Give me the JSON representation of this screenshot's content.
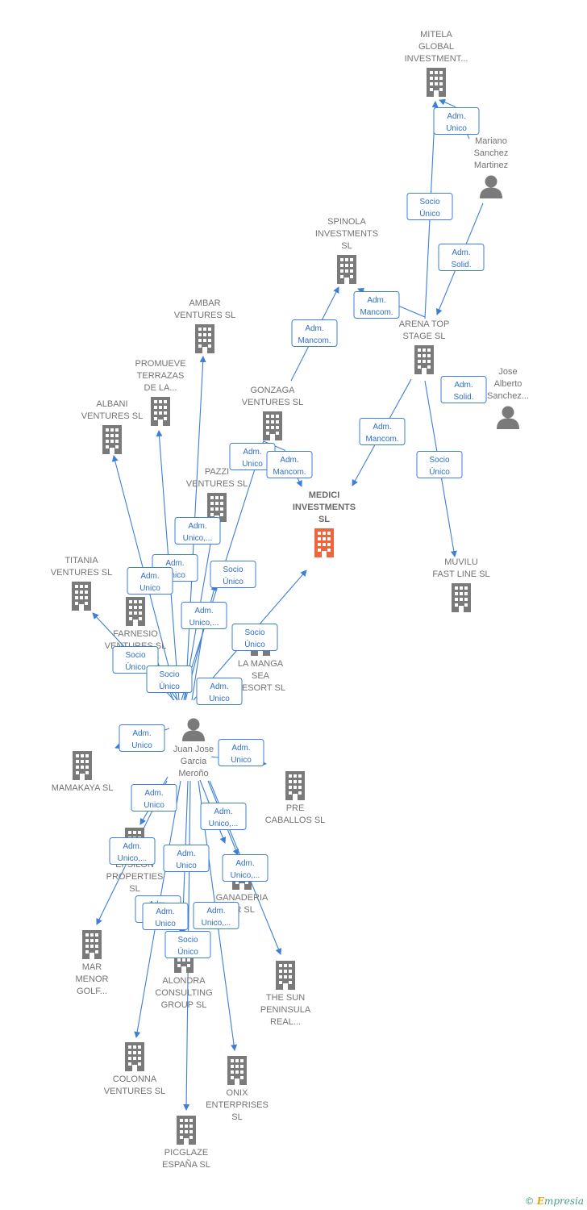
{
  "colors": {
    "edge": "#3d7fd6",
    "company": "#7a7a7a",
    "focus": "#f0643c",
    "person": "#7a7a7a"
  },
  "copyright": {
    "symbol": "©",
    "brand_first": "E",
    "brand_rest": "mpresia"
  },
  "nodes": [
    {
      "id": "mitela",
      "type": "company",
      "lines": [
        "MITELA",
        "GLOBAL",
        "INVESTMENT..."
      ]
    },
    {
      "id": "mariano",
      "type": "person",
      "lines": [
        "Mariano",
        "Sanchez",
        "Martinez"
      ]
    },
    {
      "id": "spinola",
      "type": "company",
      "lines": [
        "SPINOLA",
        "INVESTMENTS",
        "SL"
      ]
    },
    {
      "id": "ambar",
      "type": "company",
      "lines": [
        "AMBAR",
        "VENTURES  SL"
      ]
    },
    {
      "id": "arena",
      "type": "company",
      "lines": [
        "ARENA TOP",
        "STAGE  SL"
      ]
    },
    {
      "id": "jose",
      "type": "person",
      "lines": [
        "Jose",
        "Alberto",
        "Sanchez..."
      ]
    },
    {
      "id": "promueve",
      "type": "company",
      "lines": [
        "PROMUEVE",
        "TERRAZAS",
        "DE LA..."
      ]
    },
    {
      "id": "albani",
      "type": "company",
      "lines": [
        "ALBANI",
        "VENTURES  SL"
      ]
    },
    {
      "id": "gonzaga",
      "type": "company",
      "lines": [
        "GONZAGA",
        "VENTURES  SL"
      ]
    },
    {
      "id": "medici",
      "type": "focus",
      "lines": [
        "MEDICI",
        "INVESTMENTS",
        "SL"
      ]
    },
    {
      "id": "pazzi",
      "type": "company",
      "lines": [
        "PAZZI",
        "VENTURES  SL"
      ]
    },
    {
      "id": "muvilu",
      "type": "company",
      "lines": [
        "MUVILU",
        "FAST LINE  SL"
      ]
    },
    {
      "id": "titania",
      "type": "company",
      "lines": [
        "TITANIA",
        "VENTURES  SL"
      ]
    },
    {
      "id": "farnesio",
      "type": "company",
      "lines": [
        "FARNESIO",
        "VENTURES  SL"
      ]
    },
    {
      "id": "lamanga",
      "type": "company",
      "lines": [
        "LA MANGA",
        "SEA",
        "RESORT SL"
      ]
    },
    {
      "id": "juan",
      "type": "person",
      "lines": [
        "Juan Jose",
        "Garcia",
        "Meroño"
      ]
    },
    {
      "id": "mamakaya",
      "type": "company",
      "lines": [
        "MAMAKAYA  SL"
      ]
    },
    {
      "id": "pre",
      "type": "company",
      "lines": [
        "PRE",
        "CABALLOS  SL"
      ]
    },
    {
      "id": "epsilon",
      "type": "company",
      "lines": [
        "EPSILON",
        "PROPERTIES",
        "SL"
      ]
    },
    {
      "id": "ganaderia",
      "type": "company",
      "lines": [
        "GANADERIA",
        "AR SL"
      ]
    },
    {
      "id": "marmenor",
      "type": "company",
      "lines": [
        "MAR",
        "MENOR",
        "GOLF..."
      ]
    },
    {
      "id": "alondra",
      "type": "company",
      "lines": [
        "ALONDRA",
        "CONSULTING",
        "GROUP  SL"
      ]
    },
    {
      "id": "thesun",
      "type": "company",
      "lines": [
        "THE SUN",
        "PENINSULA",
        "REAL..."
      ]
    },
    {
      "id": "colonna",
      "type": "company",
      "lines": [
        "COLONNA",
        "VENTURES  SL"
      ]
    },
    {
      "id": "onix",
      "type": "company",
      "lines": [
        "ONIX",
        "ENTERPRISES",
        "SL"
      ]
    },
    {
      "id": "picglaze",
      "type": "company",
      "lines": [
        "PICGLAZE",
        "ESPAÑA  SL"
      ]
    }
  ],
  "edge_labels": [
    {
      "id": "e1",
      "lines": [
        "Adm.",
        "Unico"
      ]
    },
    {
      "id": "e2",
      "lines": [
        "Socio",
        "Único"
      ]
    },
    {
      "id": "e3",
      "lines": [
        "Adm.",
        "Solid."
      ]
    },
    {
      "id": "e4",
      "lines": [
        "Adm.",
        "Mancom."
      ]
    },
    {
      "id": "e5",
      "lines": [
        "Adm.",
        "Mancom."
      ]
    },
    {
      "id": "e6",
      "lines": [
        "Adm.",
        "Solid."
      ]
    },
    {
      "id": "e7",
      "lines": [
        "Adm.",
        "Mancom."
      ]
    },
    {
      "id": "e8",
      "lines": [
        "Socio",
        "Único"
      ]
    },
    {
      "id": "e9",
      "lines": [
        "Adm.",
        "Unico"
      ]
    },
    {
      "id": "e10",
      "lines": [
        "Adm.",
        "Mancom."
      ]
    },
    {
      "id": "e11",
      "lines": [
        "Adm.",
        "Unico,..."
      ]
    },
    {
      "id": "e12",
      "lines": [
        "Adm.",
        "Unico"
      ]
    },
    {
      "id": "e13",
      "lines": [
        "Adm.",
        "Unico"
      ]
    },
    {
      "id": "e14",
      "lines": [
        "Socio",
        "Único"
      ]
    },
    {
      "id": "e15",
      "lines": [
        "Adm.",
        "Unico,..."
      ]
    },
    {
      "id": "e16",
      "lines": [
        "Socio",
        "Único"
      ]
    },
    {
      "id": "e17",
      "lines": [
        "Socio",
        "Único"
      ]
    },
    {
      "id": "e18",
      "lines": [
        "Socio",
        "Único"
      ]
    },
    {
      "id": "e19",
      "lines": [
        "Adm.",
        "Unico"
      ]
    },
    {
      "id": "e20",
      "lines": [
        "Adm.",
        "Unico"
      ]
    },
    {
      "id": "e21",
      "lines": [
        "Adm.",
        "Unico"
      ]
    },
    {
      "id": "e22",
      "lines": [
        "Adm.",
        "Unico"
      ]
    },
    {
      "id": "e23",
      "lines": [
        "Adm.",
        "Unico,..."
      ]
    },
    {
      "id": "e24",
      "lines": [
        "Adm.",
        "Unico,..."
      ]
    },
    {
      "id": "e25",
      "lines": [
        "Adm.",
        "Unico"
      ]
    },
    {
      "id": "e26",
      "lines": [
        "Adm.",
        "Unico,..."
      ]
    },
    {
      "id": "e27",
      "lines": [
        "Adm.",
        "Unico"
      ]
    },
    {
      "id": "e28",
      "lines": [
        "Adm.",
        "Unico"
      ]
    },
    {
      "id": "e29",
      "lines": [
        "Adm.",
        "Unico,..."
      ]
    },
    {
      "id": "e30",
      "lines": [
        "Socio",
        "Único"
      ]
    }
  ]
}
